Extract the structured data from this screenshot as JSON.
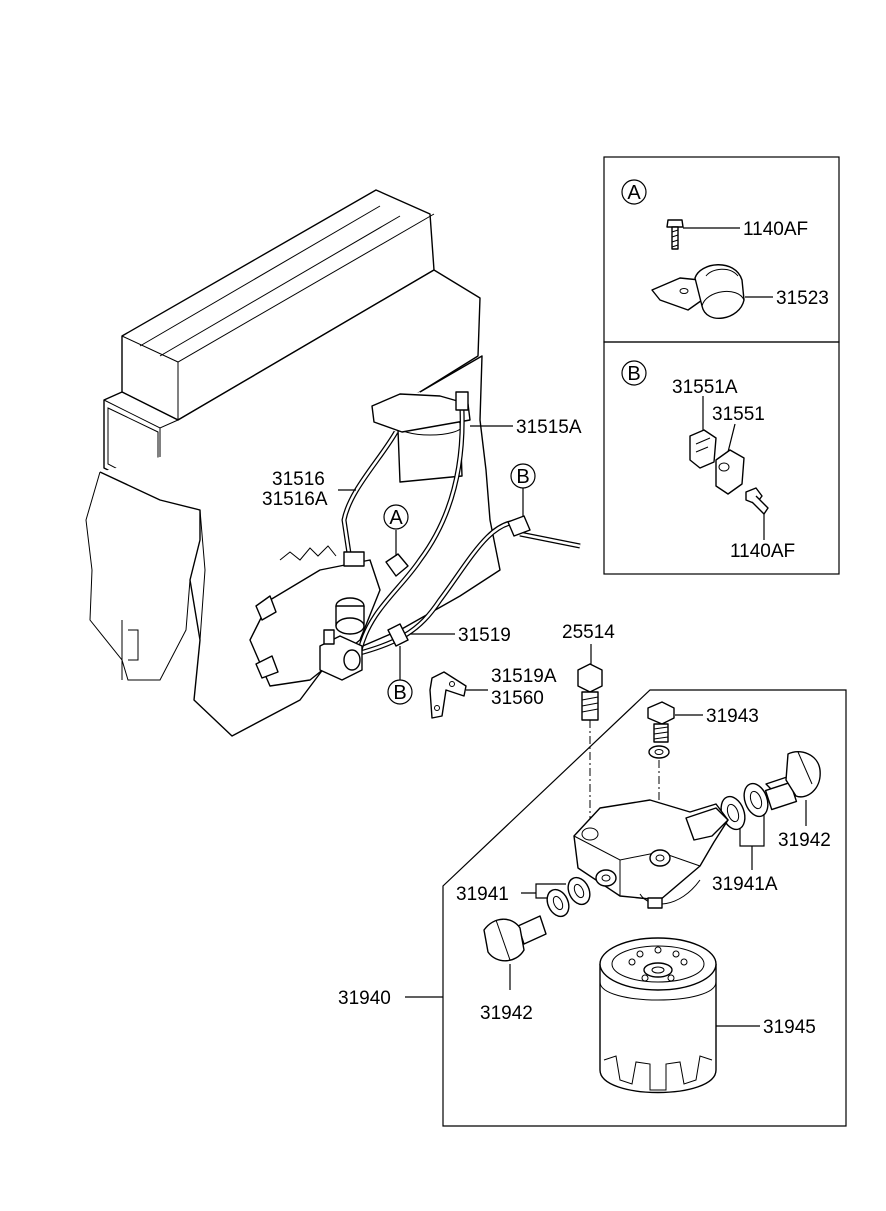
{
  "callouts": {
    "A": "A",
    "B": "B"
  },
  "labels": {
    "p1140af_a": "1140AF",
    "p31523": "31523",
    "p31551a": "31551A",
    "p31551": "31551",
    "p1140af_b": "1140AF",
    "p31515a": "31515A",
    "p31516": "31516",
    "p31516a": "31516A",
    "p31519": "31519",
    "p25514": "25514",
    "p31519a": "31519A",
    "p31560": "31560",
    "p31943": "31943",
    "p31942_top": "31942",
    "p31941a": "31941A",
    "p31941": "31941",
    "p31940": "31940",
    "p31942_bottom": "31942",
    "p31945": "31945"
  }
}
